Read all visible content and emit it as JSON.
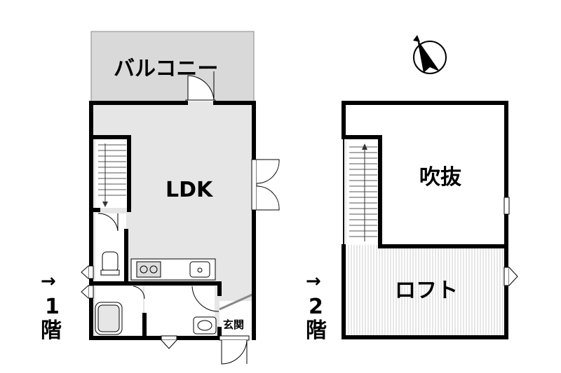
{
  "colors": {
    "wall": "#000000",
    "floor_fill": "#e6e6e6",
    "balcony_fill": "#d9d9d9",
    "background": "#ffffff",
    "loft_stripe": "#d0d0d0"
  },
  "floor1": {
    "balcony_label": "バルコニー",
    "ldk_label": "LDK",
    "entrance_label": "玄関",
    "floor_arrow": "→",
    "floor_number": "1",
    "floor_kanji": "階"
  },
  "floor2": {
    "fukinuke_label": "吹抜",
    "loft_label": "ロフト",
    "floor_arrow": "→",
    "floor_number": "2",
    "floor_kanji": "階"
  },
  "icons": {
    "north": "compass-north-icon"
  }
}
